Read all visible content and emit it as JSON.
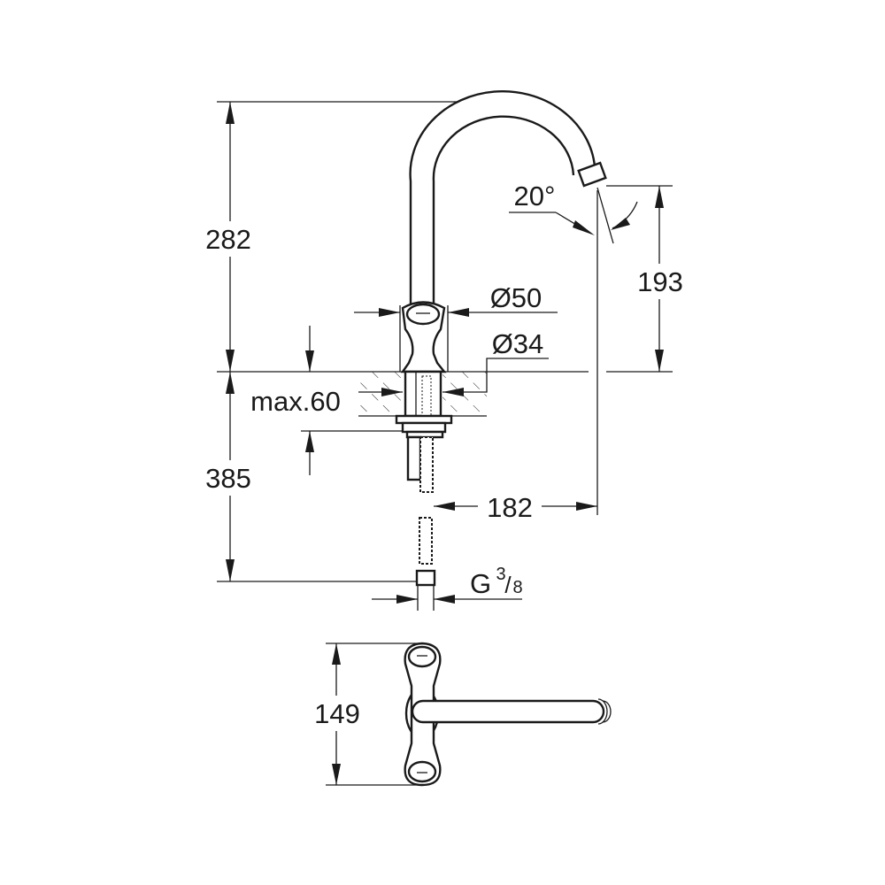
{
  "drawing": {
    "dimensions": {
      "total_height": "282",
      "below_counter": "385",
      "spout_height": "193",
      "spout_reach": "182",
      "spout_angle": "20°",
      "body_diameter": "Ø50",
      "hole_diameter": "Ø34",
      "max_counter_thickness": "max.60",
      "connection_base": "G",
      "connection_num": "3",
      "connection_den": "8",
      "top_view_depth": "149"
    }
  }
}
